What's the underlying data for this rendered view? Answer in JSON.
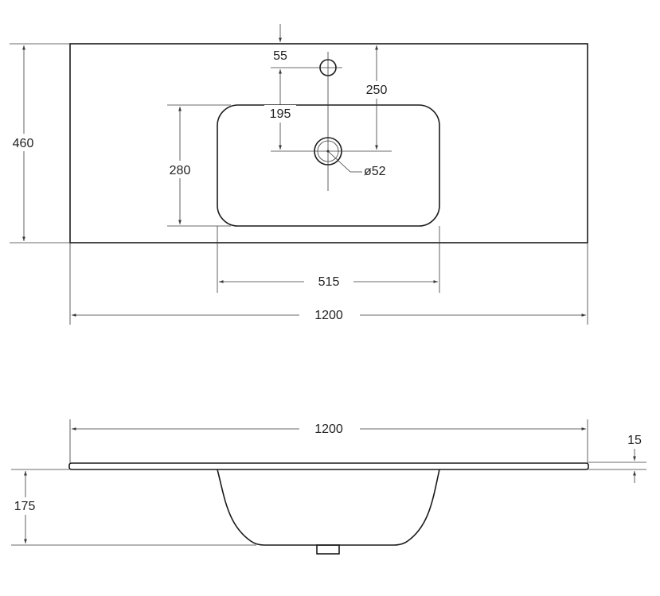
{
  "top_view": {
    "overall_width": "1200",
    "overall_depth": "460",
    "bowl_width": "515",
    "bowl_depth": "280",
    "tap_hole_offset": "55",
    "tap_to_drain": "250",
    "edge_to_drain": "195",
    "drain_diameter": "ø52"
  },
  "side_view": {
    "overall_width": "1200",
    "slab_thickness": "15",
    "bowl_height": "175"
  }
}
